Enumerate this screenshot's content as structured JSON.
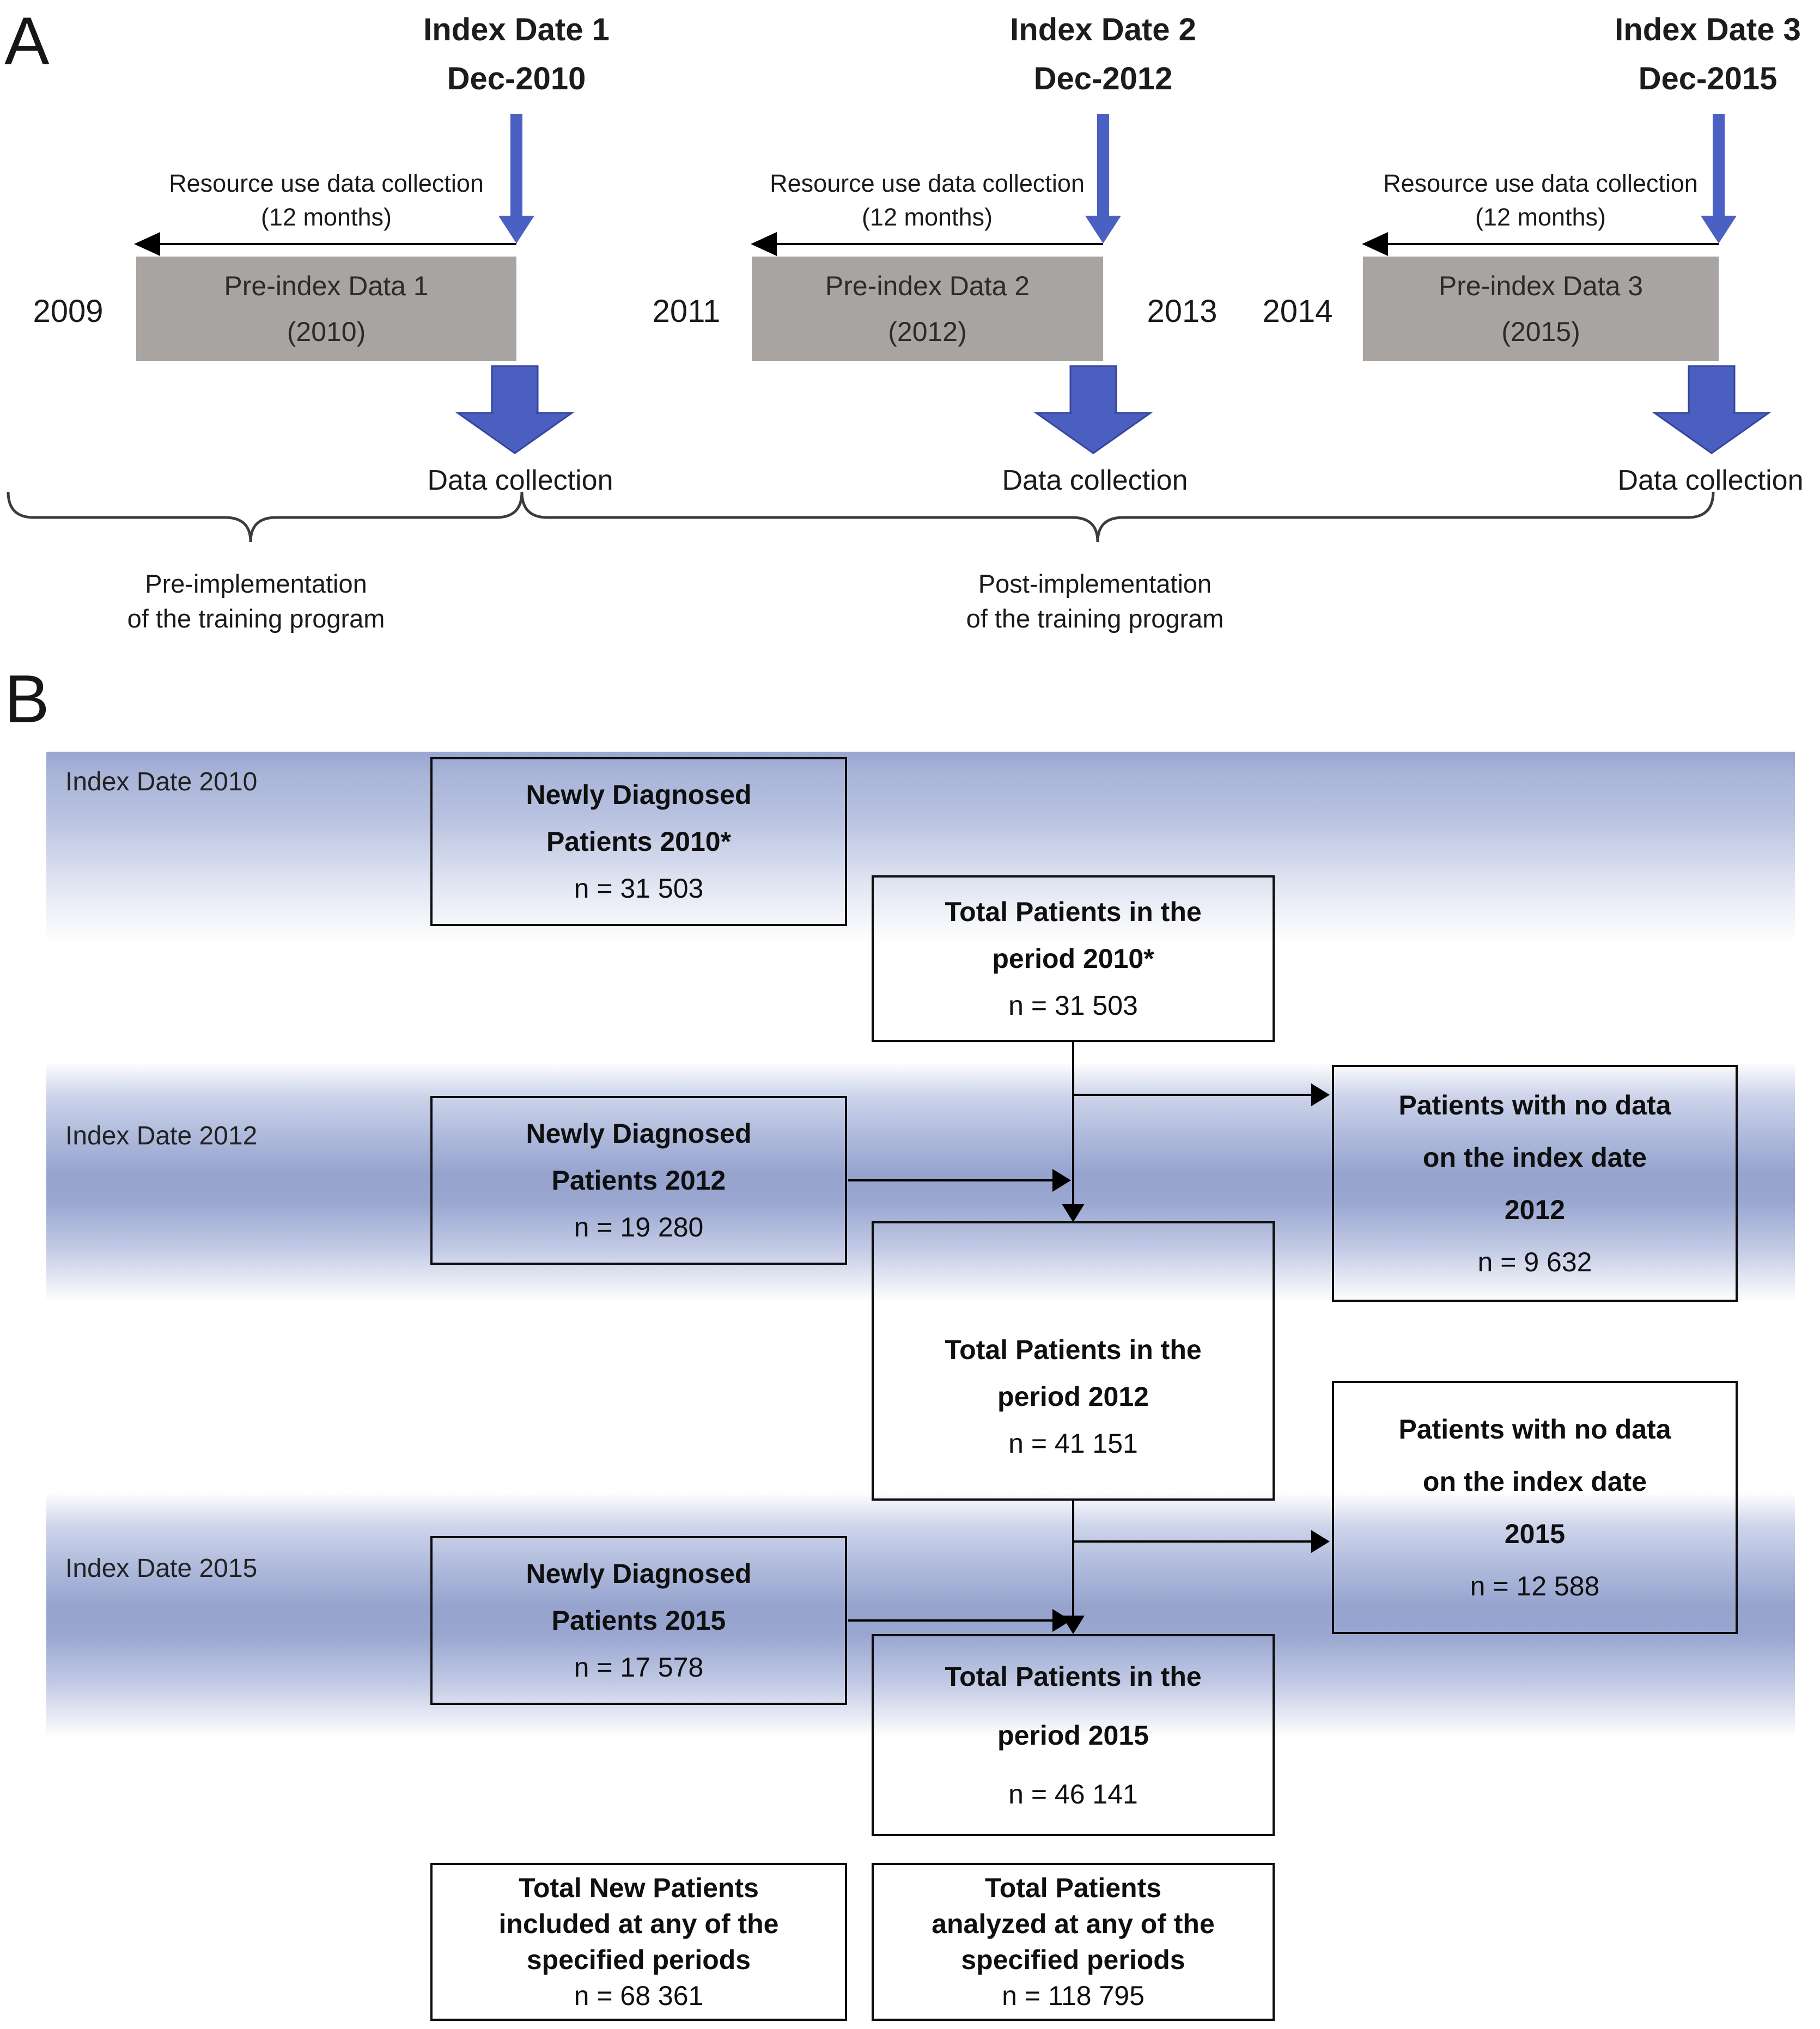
{
  "panelA": {
    "label": "A",
    "arrow_label_line1": "Resource use data collection",
    "arrow_label_line2": "(12 months)",
    "data_collection_label": "Data collection",
    "groups": [
      {
        "index_line1": "Index Date 1",
        "index_line2": "Dec-2010",
        "box_line1": "Pre-index Data 1",
        "box_line2": "(2010)",
        "year_left": "2009",
        "year_right": ""
      },
      {
        "index_line1": "Index Date 2",
        "index_line2": "Dec-2012",
        "box_line1": "Pre-index Data 2",
        "box_line2": "(2012)",
        "year_left": "2011",
        "year_right": "2013"
      },
      {
        "index_line1": "Index Date 3",
        "index_line2": "Dec-2015",
        "box_line1": "Pre-index Data 3",
        "box_line2": "(2015)",
        "year_left": "2014",
        "year_right": ""
      }
    ],
    "pre_implementation": {
      "line1": "Pre-implementation",
      "line2": "of the training program"
    },
    "post_implementation": {
      "line1": "Post-implementation",
      "line2": "of the training program"
    }
  },
  "panelB": {
    "label": "B",
    "bands": [
      {
        "label": "Index Date 2010"
      },
      {
        "label": "Index Date 2012"
      },
      {
        "label": "Index Date 2015"
      }
    ],
    "boxes": {
      "newly_2010": {
        "line1": "Newly Diagnosed",
        "line2": "Patients 2010*",
        "n": "n = 31 503"
      },
      "total_2010": {
        "line1": "Total Patients in the",
        "line2": "period 2010*",
        "n": "n = 31 503"
      },
      "excl_2012": {
        "line1": "Patients with no data",
        "line2": "on the index date",
        "line3": "2012",
        "n": "n = 9 632"
      },
      "newly_2012": {
        "line1": "Newly Diagnosed",
        "line2": "Patients 2012",
        "n": "n = 19 280"
      },
      "total_2012": {
        "line1": "Total Patients in the",
        "line2": "period 2012",
        "n": "n = 41 151"
      },
      "excl_2015": {
        "line1": "Patients with no data",
        "line2": "on the index date",
        "line3": "2015",
        "n": "n = 12 588"
      },
      "newly_2015": {
        "line1": "Newly Diagnosed",
        "line2": "Patients 2015",
        "n": "n = 17 578"
      },
      "total_2015": {
        "line1": "Total Patients in the",
        "line2": "period 2015",
        "n": "n = 46 141"
      },
      "total_new": {
        "line1": "Total New Patients",
        "line2": "included at any of the",
        "line3": "specified periods",
        "n": "n = 68 361"
      },
      "total_analyzed": {
        "line1": "Total Patients",
        "line2": "analyzed at any of the",
        "line3": "specified periods",
        "n": "n = 118 795"
      }
    }
  },
  "colors": {
    "accent_blue": "#4a5fc0",
    "band_blue": "#94a2cd",
    "gray_box": "#a7a4a2"
  }
}
